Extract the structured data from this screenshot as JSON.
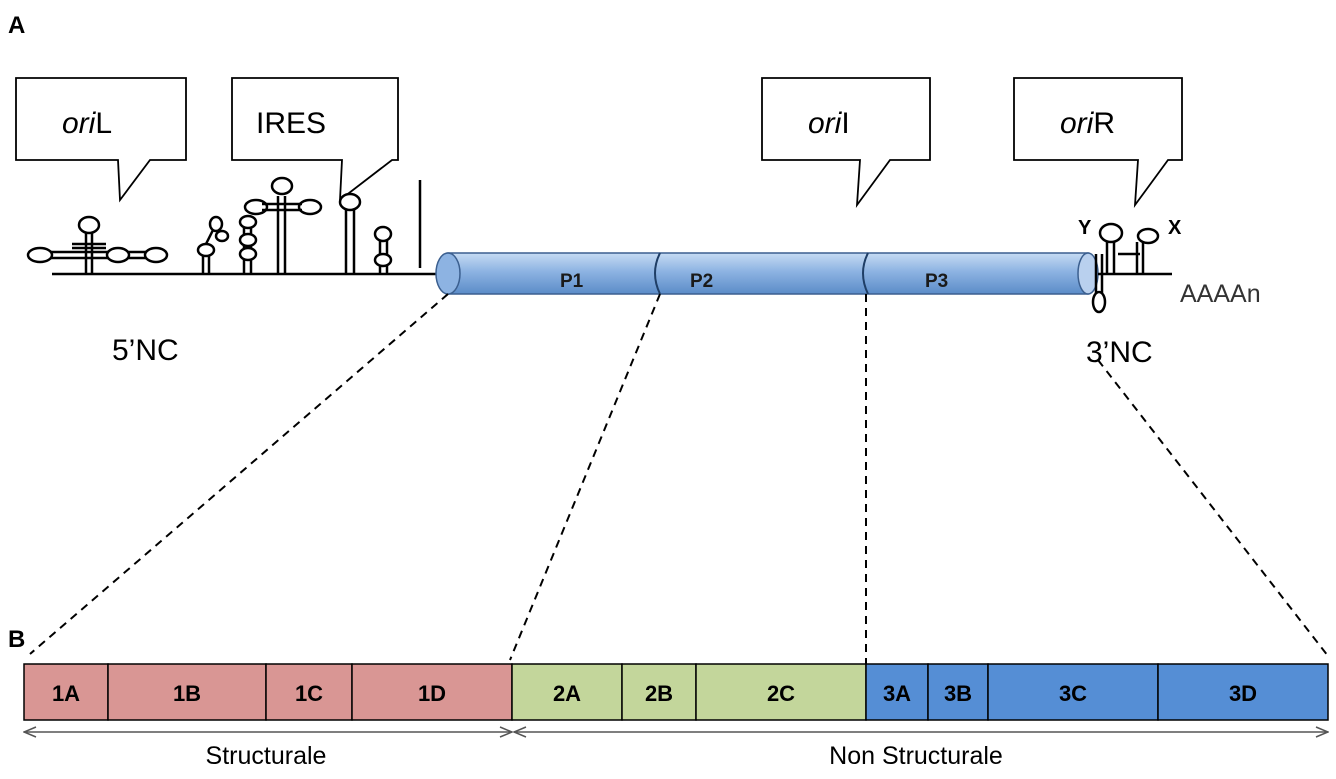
{
  "panels": {
    "a": "A",
    "b": "B"
  },
  "callouts": [
    {
      "id": "oril",
      "italic": "ori",
      "rest": "L"
    },
    {
      "id": "ires",
      "italic": "",
      "rest": "IRES"
    },
    {
      "id": "orii",
      "italic": "ori",
      "rest": "I"
    },
    {
      "id": "orir",
      "italic": "ori",
      "rest": "R"
    }
  ],
  "genome": {
    "five_nc": "5’NC",
    "three_nc": "3’NC",
    "polya": "AAAAn",
    "y_loop": "Y",
    "x_loop": "X",
    "polyprotein_regions": [
      "P1",
      "P2",
      "P3"
    ]
  },
  "segments": [
    {
      "label": "1A",
      "region": "P1"
    },
    {
      "label": "1B",
      "region": "P1"
    },
    {
      "label": "1C",
      "region": "P1"
    },
    {
      "label": "1D",
      "region": "P1"
    },
    {
      "label": "2A",
      "region": "P2"
    },
    {
      "label": "2B",
      "region": "P2"
    },
    {
      "label": "2C",
      "region": "P2"
    },
    {
      "label": "3A",
      "region": "P3"
    },
    {
      "label": "3B",
      "region": "P3"
    },
    {
      "label": "3C",
      "region": "P3"
    },
    {
      "label": "3D",
      "region": "P3"
    }
  ],
  "spans": {
    "structural": "Structurale",
    "non_structural": "Non Structurale"
  },
  "colors": {
    "P1": "#d99694",
    "P2": "#c3d69b",
    "P3": "#558ed5",
    "tube": "#8db3e2",
    "tube_dark": "#4f81bd"
  }
}
